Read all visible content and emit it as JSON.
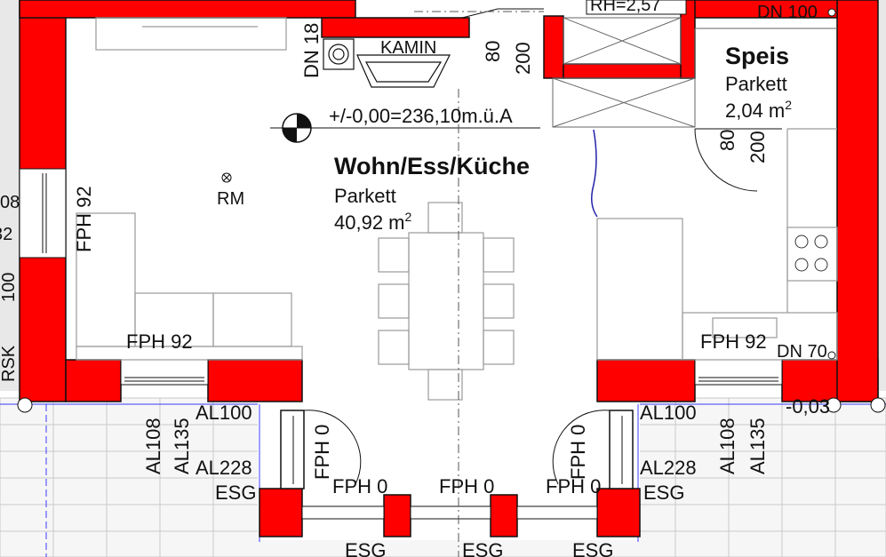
{
  "colors": {
    "wall": "#ff0000",
    "line": "#111111",
    "furniture": "#9a9a9a",
    "paving": "#cfcfcf",
    "grid": "#3b3bff"
  },
  "rooms": {
    "main": {
      "name": "Wohn/Ess/Küche",
      "floor": "Parkett",
      "area": "40,92 m",
      "area_sup": "2"
    },
    "pantry": {
      "name": "Speis",
      "floor": "Parkett",
      "area": "2,04 m",
      "area_sup": "2"
    }
  },
  "labels": {
    "rh": "RH=2,57",
    "dn100": "DN 100",
    "kamin": "KAMIN",
    "dn18": "DN 18",
    "door_w_top": "80",
    "door_h_top": "200",
    "door_w_speis": "80",
    "door_h_speis": "200",
    "level": "+/-0,00=236,10m.ü.A",
    "rm": "RM",
    "fph92_left": "FPH 92",
    "fph92_bottom_left": "FPH 92",
    "fph92_right": "FPH 92",
    "dn70": "DN 70",
    "edge_08": "08",
    "edge_32": "32",
    "edge_100": "100",
    "edge_rsk": "RSK",
    "al108_l": "AL108",
    "al135_l": "AL135",
    "al100_l": "AL100",
    "al228_l": "AL228",
    "esg_l": "ESG",
    "fph0_door_l": "FPH 0",
    "fph0_1": "FPH 0",
    "fph0_2": "FPH 0",
    "fph0_3": "FPH 0",
    "fph0_door_r": "FPH 0",
    "al100_r": "AL100",
    "al228_r": "AL228",
    "esg_r": "ESG",
    "al108_r": "AL108",
    "al135_r": "AL135",
    "level_out": "-0,03",
    "esg_b1": "ESG",
    "esg_b2": "ESG",
    "esg_b3": "ESG"
  }
}
